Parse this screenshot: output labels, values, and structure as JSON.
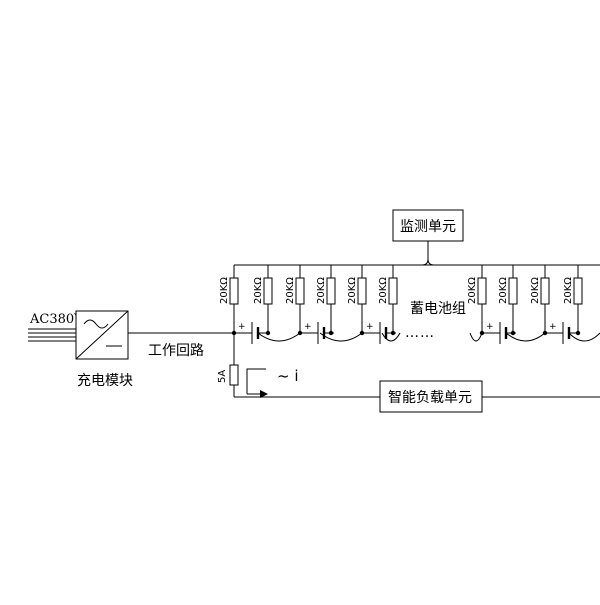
{
  "labels": {
    "ac_input": "AC380V",
    "charger": "充电模块",
    "work_circuit": "工作回路",
    "monitor": "监测单元",
    "battery_group": "蓄电池组",
    "ellipsis": "……",
    "smart_load": "智能负载单元",
    "fuse": "5A",
    "current": "~ i",
    "resistor": "20KΩ",
    "plus": "+"
  }
}
